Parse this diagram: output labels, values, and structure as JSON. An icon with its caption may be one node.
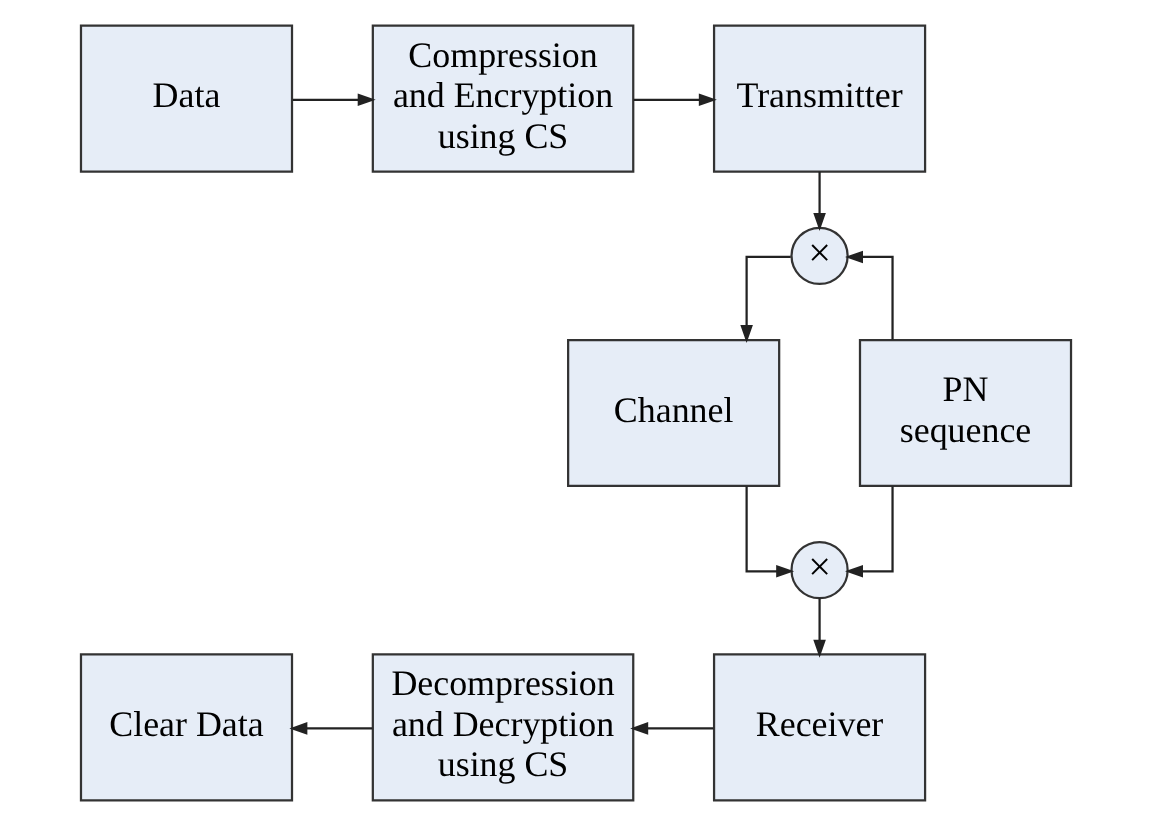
{
  "diagram": {
    "nodes": [
      {
        "text": [
          "Data"
        ]
      },
      {
        "text": [
          "Compression and Encryption using CS"
        ]
      },
      {
        "text": [
          "Transmitter"
        ]
      },
      {
        "text": [
          "×"
        ]
      },
      {
        "text": [
          "PN sequence"
        ]
      },
      {
        "text": [
          "Channel"
        ]
      },
      {
        "text": [
          "×"
        ]
      },
      {
        "text": [
          "Receiver"
        ]
      },
      {
        "text": [
          "Decompression and Decryption using CS"
        ]
      },
      {
        "text": [
          "Clear Data"
        ]
      }
    ],
    "edges": [
      {
        "from": 0,
        "to": 1,
        "arrow": "to"
      },
      {
        "from": 1,
        "to": 2,
        "arrow": "to"
      },
      {
        "from": 2,
        "to": 3,
        "arrow": "to"
      },
      {
        "from": 4,
        "to": 3,
        "arrow": "to"
      },
      {
        "from": 3,
        "to": 5,
        "arrow": "to"
      },
      {
        "from": 5,
        "to": 6,
        "arrow": "to"
      },
      {
        "from": 4,
        "to": 6,
        "arrow": "to"
      },
      {
        "from": 6,
        "to": 7,
        "arrow": "to"
      },
      {
        "from": 7,
        "to": 8,
        "arrow": "to"
      },
      {
        "from": 8,
        "to": 9,
        "arrow": "to"
      }
    ]
  }
}
